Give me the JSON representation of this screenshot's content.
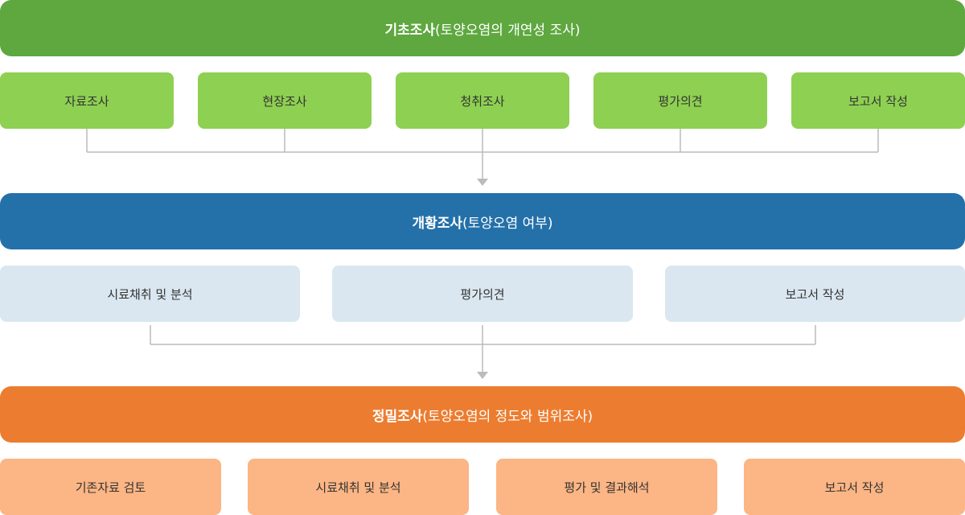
{
  "stage1": {
    "title": "기초조사",
    "subtitle": "(토양오염의 개연성 조사)",
    "steps": [
      "자료조사",
      "현장조사",
      "청취조사",
      "평가의견",
      "보고서 작성"
    ]
  },
  "stage2": {
    "title": "개황조사",
    "subtitle": "(토양오염 여부)",
    "steps": [
      "시료채취 및 분석",
      "평가의견",
      "보고서 작성"
    ]
  },
  "stage3": {
    "title": "정밀조사",
    "subtitle": "(토양오염의 정도와 범위조사)",
    "steps": [
      "기존자료 검토",
      "시료채취 및 분석",
      "평가 및 결과해석",
      "보고서 작성"
    ]
  },
  "colors": {
    "stage1_bar": "#5ea83f",
    "stage1_box": "#8ed052",
    "stage2_bar": "#2470a9",
    "stage2_box": "#dae7f0",
    "stage3_bar": "#ec7d30",
    "stage3_box": "#fcb584",
    "connector": "#bbbbbb"
  }
}
